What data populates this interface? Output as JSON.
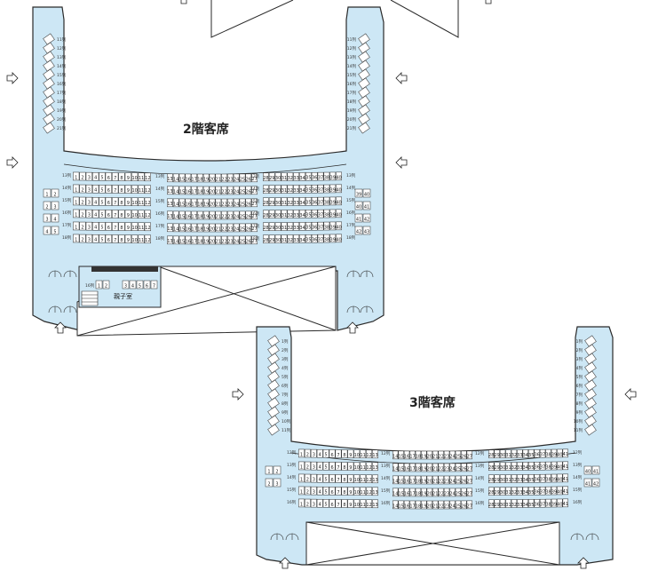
{
  "floors": {
    "f2": {
      "title": "2階客席",
      "room_label": "親子室",
      "room_row_label": "16列",
      "room_seats_a": [
        "1",
        "2"
      ],
      "room_seats_b": [
        "3",
        "4",
        "5",
        "6",
        "7"
      ],
      "center_rows": [
        "13列",
        "14列",
        "15列",
        "16列",
        "17列",
        "18列"
      ],
      "side_rows_left": [
        "11列",
        "12列",
        "13列",
        "14列",
        "15列",
        "16列",
        "17列",
        "18列",
        "19列",
        "20列",
        "21列"
      ],
      "side_rows_right": [
        "11列",
        "12列",
        "13列",
        "14列",
        "15列",
        "16列",
        "17列",
        "18列",
        "19列",
        "20列",
        "21列"
      ],
      "left_block_seats": [
        "1",
        "2",
        "3",
        "4",
        "5",
        "6",
        "7",
        "8",
        "9",
        "10",
        "11",
        "12"
      ],
      "center_block_seats": [
        "13",
        "14",
        "15",
        "16",
        "17",
        "18",
        "19",
        "20",
        "21",
        "22",
        "23",
        "24",
        "25",
        "26",
        "27"
      ],
      "right_block_seats": [
        "28",
        "29",
        "30",
        "31",
        "32",
        "33",
        "34",
        "35",
        "36",
        "37",
        "38",
        "39",
        "40"
      ]
    },
    "f3": {
      "title": "3階客席",
      "center_rows": [
        "12列",
        "13列",
        "14列",
        "15列",
        "16列"
      ],
      "side_rows_left": [
        "1列",
        "2列",
        "3列",
        "4列",
        "5列",
        "6列",
        "7列",
        "8列",
        "9列",
        "10列",
        "11列"
      ],
      "side_rows_right": [
        "1列",
        "2列",
        "3列",
        "4列",
        "5列",
        "6列",
        "7列",
        "8列",
        "9列",
        "10列",
        "11列"
      ],
      "left_block_seats": [
        "1",
        "2",
        "3",
        "4",
        "5",
        "6",
        "7",
        "8",
        "9",
        "10",
        "11",
        "12",
        "13"
      ],
      "center_block_seats": [
        "14",
        "15",
        "16",
        "17",
        "18",
        "19",
        "20",
        "21",
        "22",
        "23",
        "24",
        "25",
        "26",
        "27"
      ],
      "right_block_seats": [
        "28",
        "29",
        "30",
        "31",
        "32",
        "33",
        "34",
        "35",
        "36",
        "37",
        "38",
        "39",
        "40",
        "41"
      ]
    }
  },
  "colors": {
    "floor_fill": "#cde7f5",
    "seat_fill": "#ffffff",
    "outline": "#2a2a2a"
  },
  "icons": {
    "entrance": "arrow-icon"
  }
}
